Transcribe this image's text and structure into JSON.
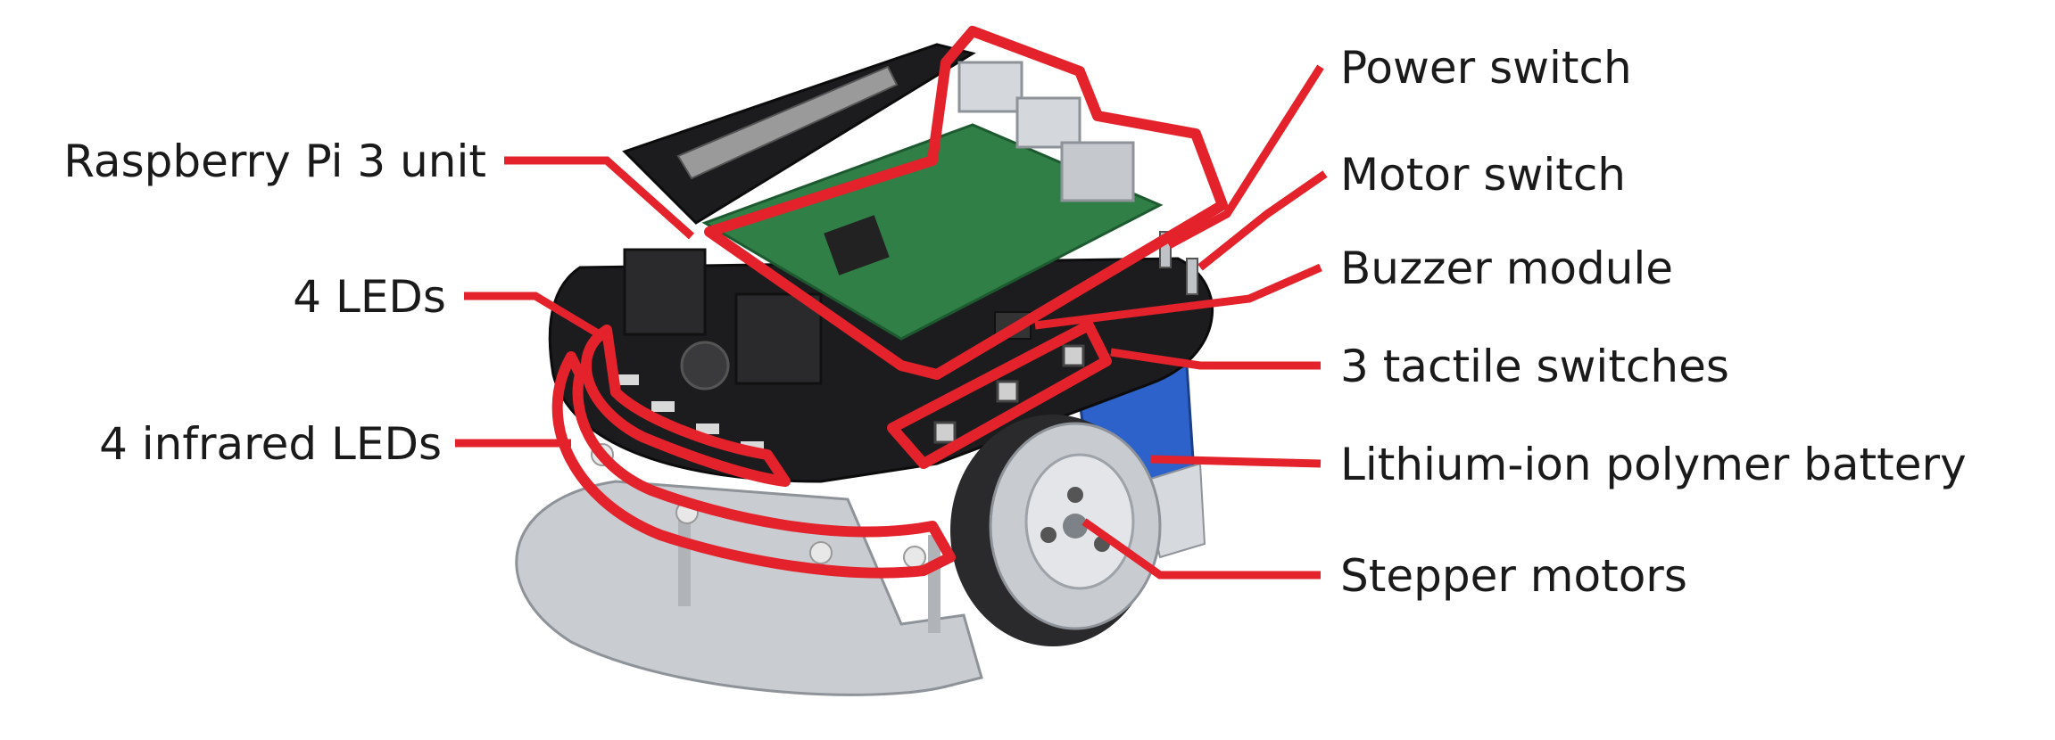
{
  "labels": {
    "raspberry_pi": "Raspberry Pi 3 unit",
    "leds": "4 LEDs",
    "infrared_leds": "4 infrared LEDs",
    "power_switch": "Power switch",
    "motor_switch": "Motor switch",
    "buzzer_module": "Buzzer module",
    "tactile_switches": "3 tactile switches",
    "battery": "Lithium-ion polymer battery",
    "stepper_motors": "Stepper motors"
  },
  "colors": {
    "callout": "#e3222b",
    "text": "#1a1a1a",
    "pcb": "#1c1c1e",
    "pi_board": "#2f7f46",
    "metal": "#c9ccd0",
    "battery": "#2c62c9"
  }
}
